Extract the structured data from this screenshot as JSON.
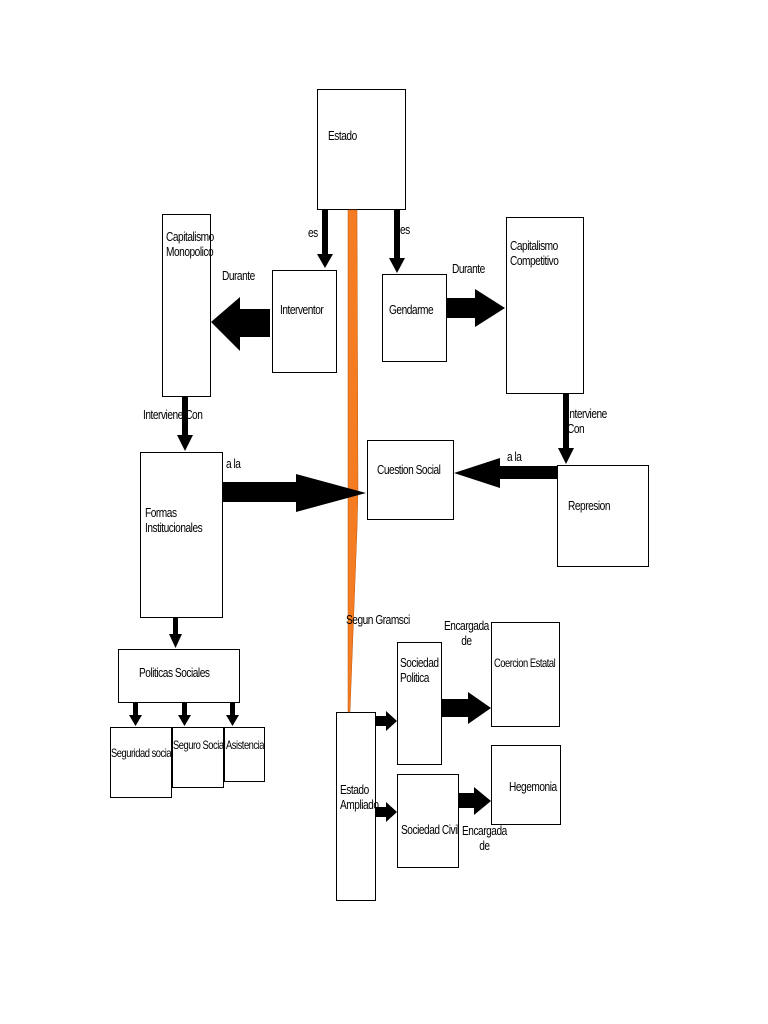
{
  "nodes": {
    "estado": "Estado",
    "capitalismo_monopolico": "Capitalismo\nMonopolico",
    "interventor": "Interventor",
    "gendarme": "Gendarme",
    "capitalismo_competitivo": "Capitalismo\nCompetitivo",
    "formas_institucionales": "Formas\nInstitucionales",
    "cuestion_social": "Cuestion Social",
    "represion": "Represion",
    "politicas_sociales": "Politicas Sociales",
    "seguridad_social": "Seguridad social",
    "seguro_social": "Seguro Social",
    "asistencia": "Asistencia",
    "estado_ampliado": "Estado\nAmpliado",
    "sociedad_politica": "Sociedad\nPolitica",
    "coercion_estatal": "Coercion Estatal",
    "sociedad_civil": "Sociedad Civil",
    "hegemonia": "Hegemonia"
  },
  "labels": {
    "es_left": "es",
    "es_right": "es",
    "durante_left": "Durante",
    "durante_right": "Durante",
    "interviene_con_left": "Interviene   Con",
    "interviene_con_right": "Interviene\nCon",
    "a_la_left": "a la",
    "a_la_right": "a la",
    "segun_gramsci": "Segun Gramsci",
    "encargada_de_top": "Encargada\nde",
    "encargada_de_bottom": "Encargada\nde"
  },
  "colors": {
    "connector_accent": "#f57c20",
    "arrow": "#000000",
    "border": "#000000"
  }
}
